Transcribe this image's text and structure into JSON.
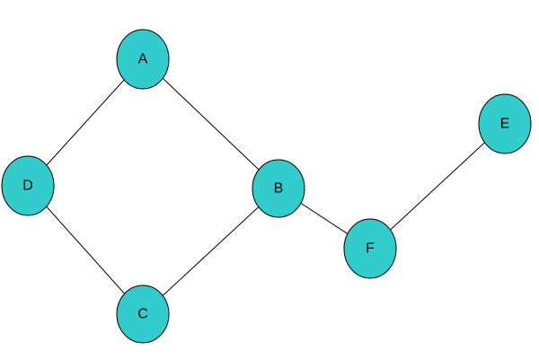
{
  "graph": {
    "node_fill": "#33CCCC",
    "edge_color": "#000000",
    "nodes": [
      {
        "id": "A",
        "label": "A"
      },
      {
        "id": "B",
        "label": "B"
      },
      {
        "id": "C",
        "label": "C"
      },
      {
        "id": "D",
        "label": "D"
      },
      {
        "id": "E",
        "label": "E"
      },
      {
        "id": "F",
        "label": "F"
      }
    ],
    "edges": [
      {
        "from": "A",
        "to": "D"
      },
      {
        "from": "A",
        "to": "B"
      },
      {
        "from": "D",
        "to": "C"
      },
      {
        "from": "C",
        "to": "B"
      },
      {
        "from": "B",
        "to": "F"
      },
      {
        "from": "F",
        "to": "E"
      }
    ]
  }
}
